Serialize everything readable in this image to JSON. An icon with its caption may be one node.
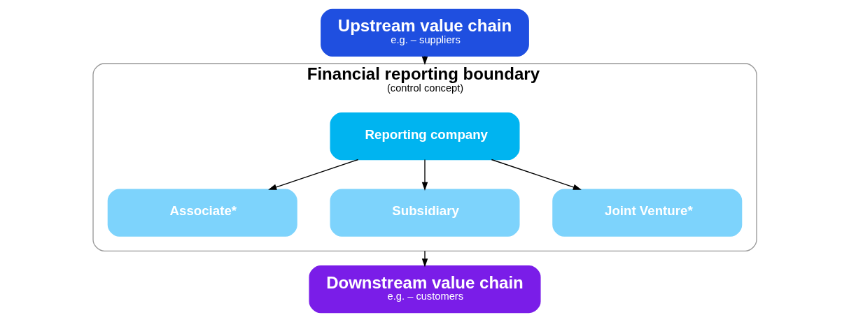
{
  "diagram": {
    "nodes": [
      {
        "text": [
          "Upstream value chain",
          "e.g. – suppliers"
        ]
      },
      {
        "text": [
          "Financial reporting boundary",
          "(control concept)"
        ]
      },
      {
        "text": [
          "Reporting company"
        ],
        "in": 1
      },
      {
        "text": [
          "Associate*"
        ],
        "in": 1
      },
      {
        "text": [
          "Subsidiary"
        ],
        "in": 1
      },
      {
        "text": [
          "Joint Venture*"
        ],
        "in": 1
      },
      {
        "text": [
          "Downstream value chain",
          "e.g. – customers"
        ]
      }
    ],
    "edges": [
      {
        "from": 0,
        "to": 1,
        "arrow": "to"
      },
      {
        "from": 2,
        "to": 3,
        "arrow": "to"
      },
      {
        "from": 2,
        "to": 4,
        "arrow": "to"
      },
      {
        "from": 2,
        "to": 5,
        "arrow": "to"
      },
      {
        "from": 1,
        "to": 6,
        "arrow": "to"
      }
    ]
  }
}
